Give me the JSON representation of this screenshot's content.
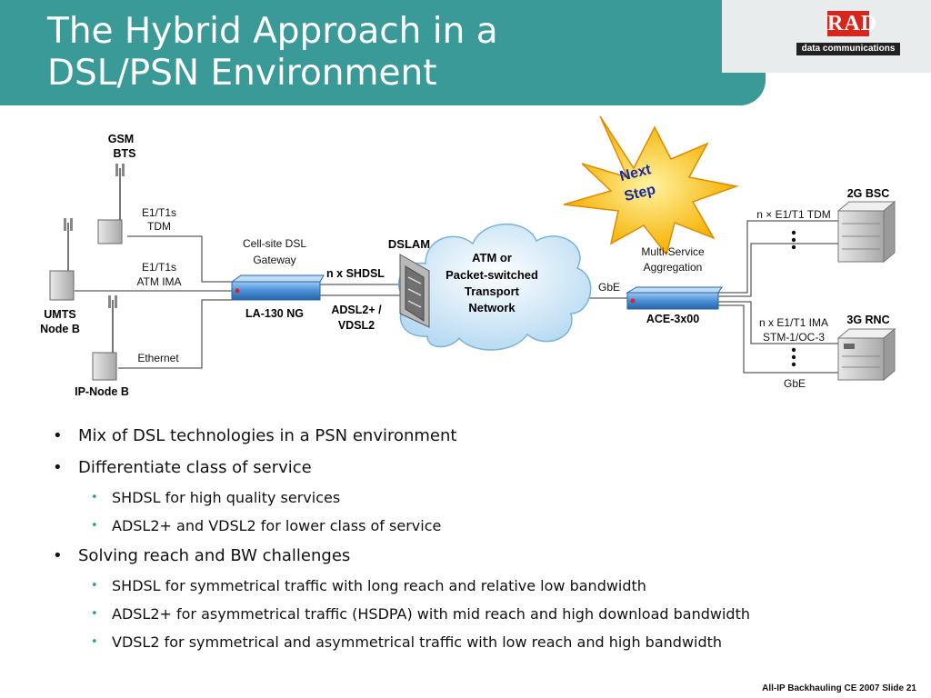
{
  "slide": {
    "title_line1": "The Hybrid Approach in a",
    "title_line2": "DSL/PSN Environment",
    "logo": {
      "brand": "RAD",
      "tagline": "data communications"
    },
    "footer": {
      "text": "All-IP Backhauling CE 2007  Slide 21"
    }
  },
  "diagram": {
    "gsm": {
      "line1": "GSM",
      "line2": "BTS"
    },
    "umts": {
      "line1": "UMTS",
      "line2": "Node B"
    },
    "ipnode": "IP-Node B",
    "link_tdm": {
      "line1": "E1/T1s",
      "line2": "TDM"
    },
    "link_atm": {
      "line1": "E1/T1s",
      "line2": "ATM IMA"
    },
    "link_eth": "Ethernet",
    "csg": {
      "line1": "Cell-site DSL",
      "line2": "Gateway",
      "device": "LA-130 NG"
    },
    "shdsl": "n x SHDSL",
    "adsl": {
      "line1": "ADSL2+ /",
      "line2": "VDSL2"
    },
    "dslam": "DSLAM",
    "cloud": {
      "line1": "ATM or",
      "line2": "Packet-switched",
      "line3": "Transport",
      "line4": "Network"
    },
    "star": {
      "line1": "Next",
      "line2": "Step"
    },
    "gbe_left": "GbE",
    "msa": {
      "line1": "Multi-Service",
      "line2": "Aggregation",
      "device": "ACE-3x00"
    },
    "bsc": {
      "name": "2G BSC",
      "link": "n × E1/T1 TDM"
    },
    "rnc": {
      "name": "3G RNC",
      "link1": "n x E1/T1 IMA",
      "link2": "STM-1/OC-3",
      "gbe": "GbE"
    }
  },
  "bullets": [
    {
      "level": 1,
      "text": "Mix of DSL technologies in a PSN environment"
    },
    {
      "level": 1,
      "text": "Differentiate class of service"
    },
    {
      "level": 2,
      "text": "SHDSL for high quality services"
    },
    {
      "level": 2,
      "text": "ADSL2+ and VDSL2 for lower class of service"
    },
    {
      "level": 1,
      "text": "Solving reach and BW challenges"
    },
    {
      "level": 2,
      "text": "SHDSL for symmetrical traffic with long reach and relative low bandwidth"
    },
    {
      "level": 2,
      "text": "ADSL2+ for asymmetrical traffic (HSDPA) with mid reach and high download bandwidth"
    },
    {
      "level": 2,
      "text": "VDSL2 for symmetrical and asymmetrical traffic with low reach and high bandwidth"
    }
  ],
  "colors": {
    "header": "#3a9a98",
    "device": "#4a90d9",
    "star": "#f5b800",
    "star_text": "#1a2a9a",
    "cloud": "#cfe6f5"
  }
}
